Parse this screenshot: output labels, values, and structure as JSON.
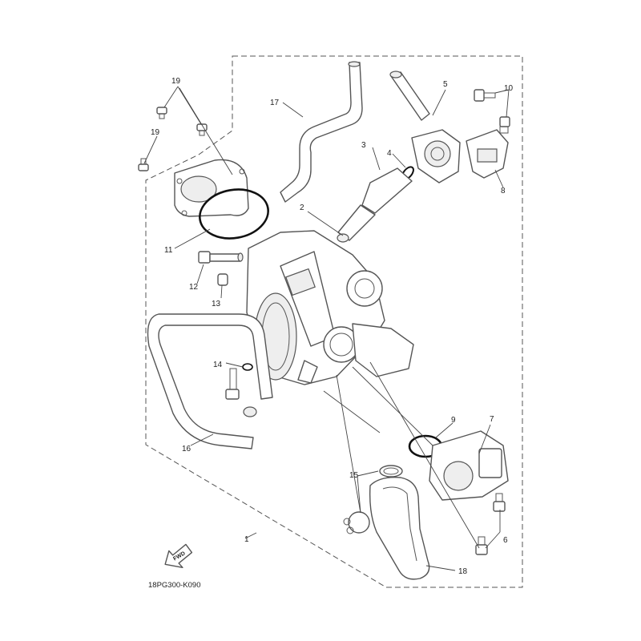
{
  "diagram": {
    "drawing_code": "18PG300-K090",
    "fwd_label": "FWD",
    "callouts": {
      "c1": "1",
      "c2": "2",
      "c3": "3",
      "c4": "4",
      "c5": "5",
      "c6": "6",
      "c7": "7",
      "c8": "8",
      "c9": "9",
      "c10": "10",
      "c11": "11",
      "c12": "12",
      "c13": "13",
      "c14": "14",
      "c15": "15",
      "c16": "16",
      "c17": "17",
      "c18": "18",
      "c19a": "19",
      "c19b": "19"
    }
  }
}
